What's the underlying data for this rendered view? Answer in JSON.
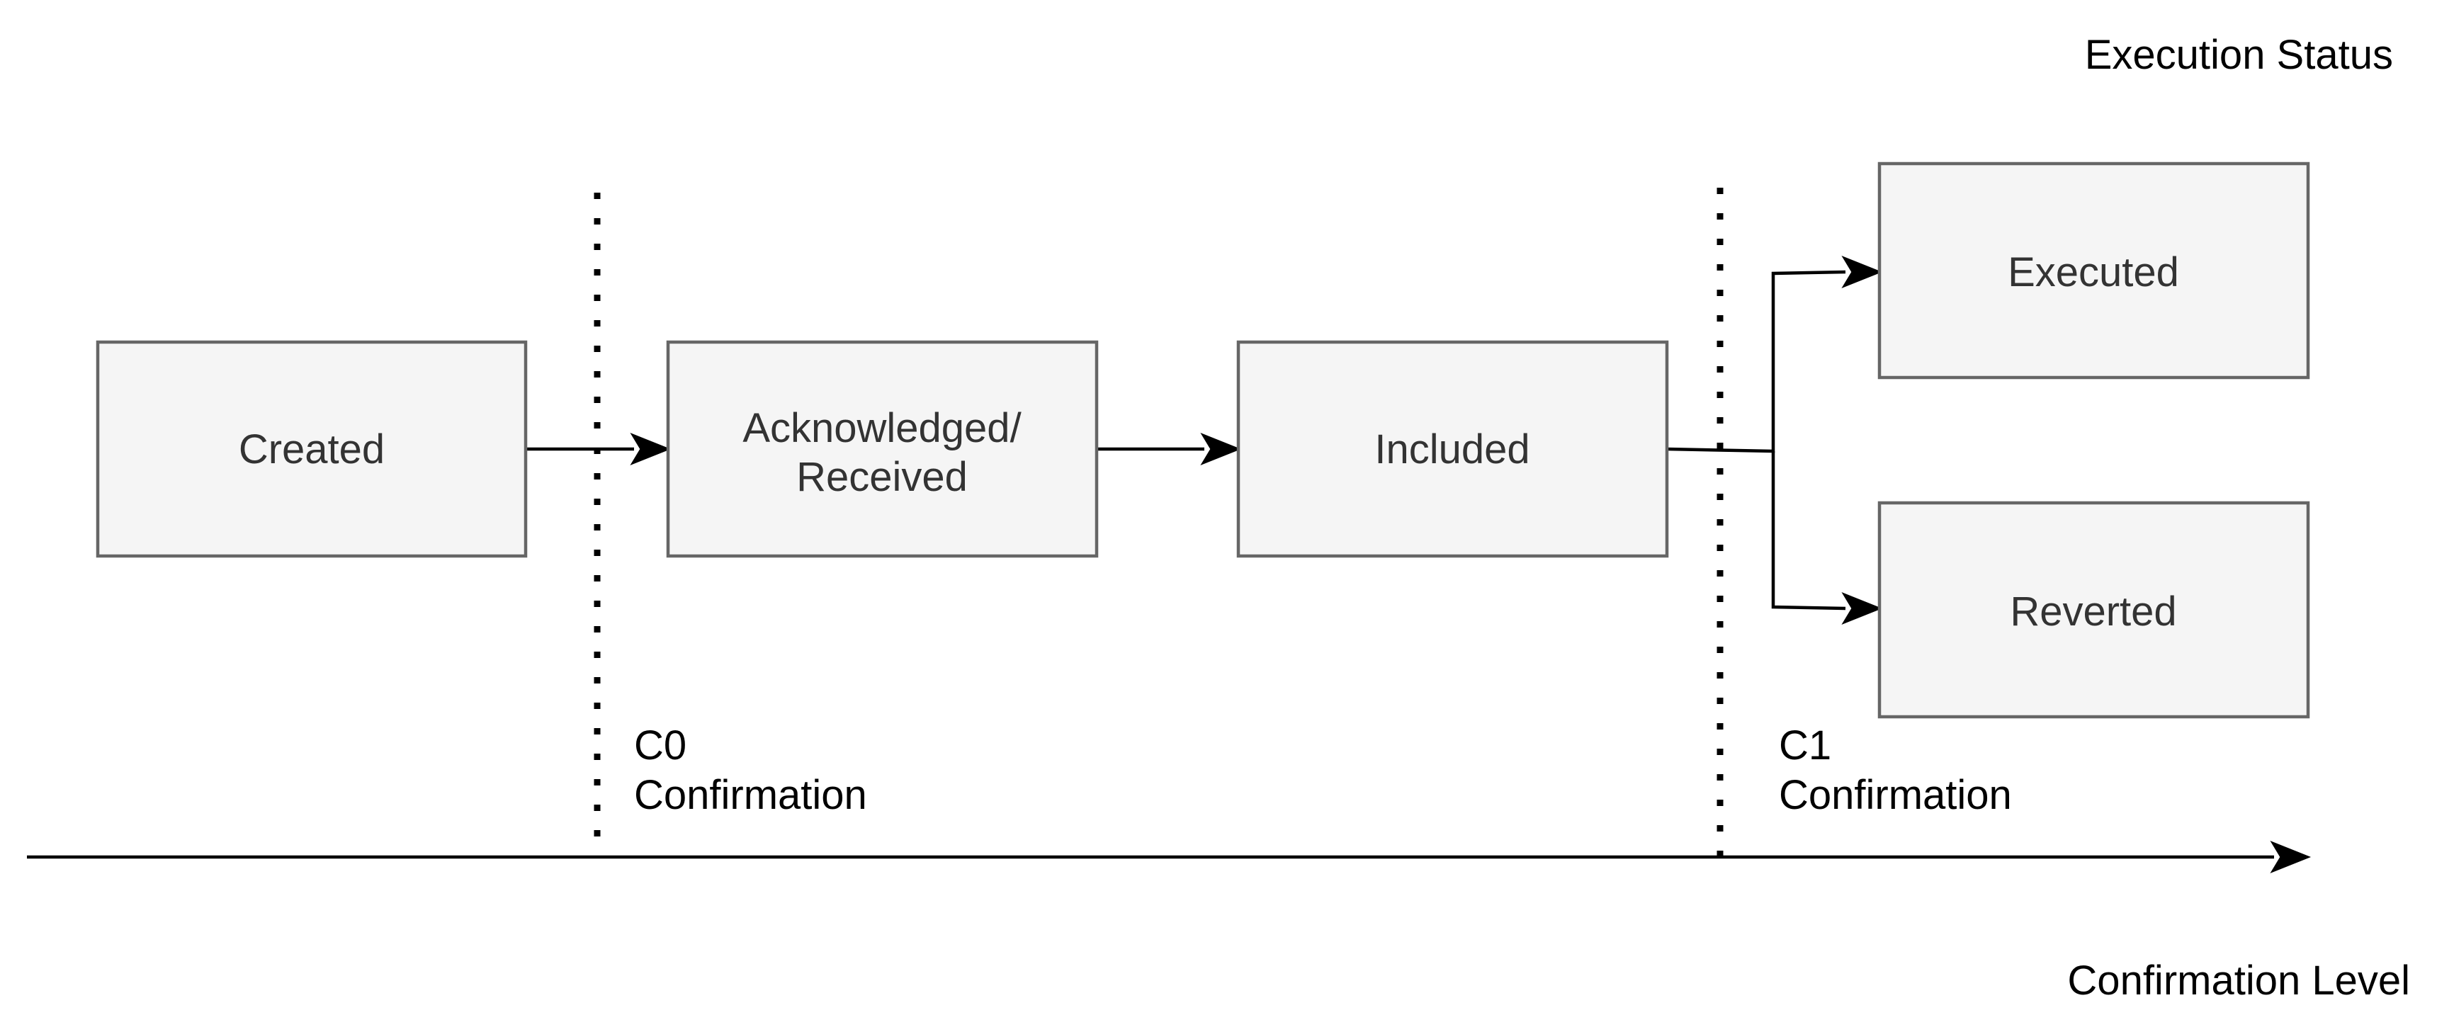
{
  "diagram": {
    "axis_labels": {
      "top_right": "Execution Status",
      "bottom_right": "Confirmation Level"
    },
    "nodes": {
      "created": "Created",
      "acknowledged": [
        "Acknowledged/",
        "Received"
      ],
      "included": "Included",
      "executed": "Executed",
      "reverted": "Reverted"
    },
    "markers": {
      "c0": {
        "level": "C0",
        "label": "Confirmation"
      },
      "c1": {
        "level": "C1",
        "label": "Confirmation"
      }
    },
    "edges": [
      {
        "from": "Created",
        "to": "Acknowledged/ Received"
      },
      {
        "from": "Acknowledged/ Received",
        "to": "Included"
      },
      {
        "from": "Included",
        "to": "Executed"
      },
      {
        "from": "Included",
        "to": "Reverted"
      }
    ]
  }
}
